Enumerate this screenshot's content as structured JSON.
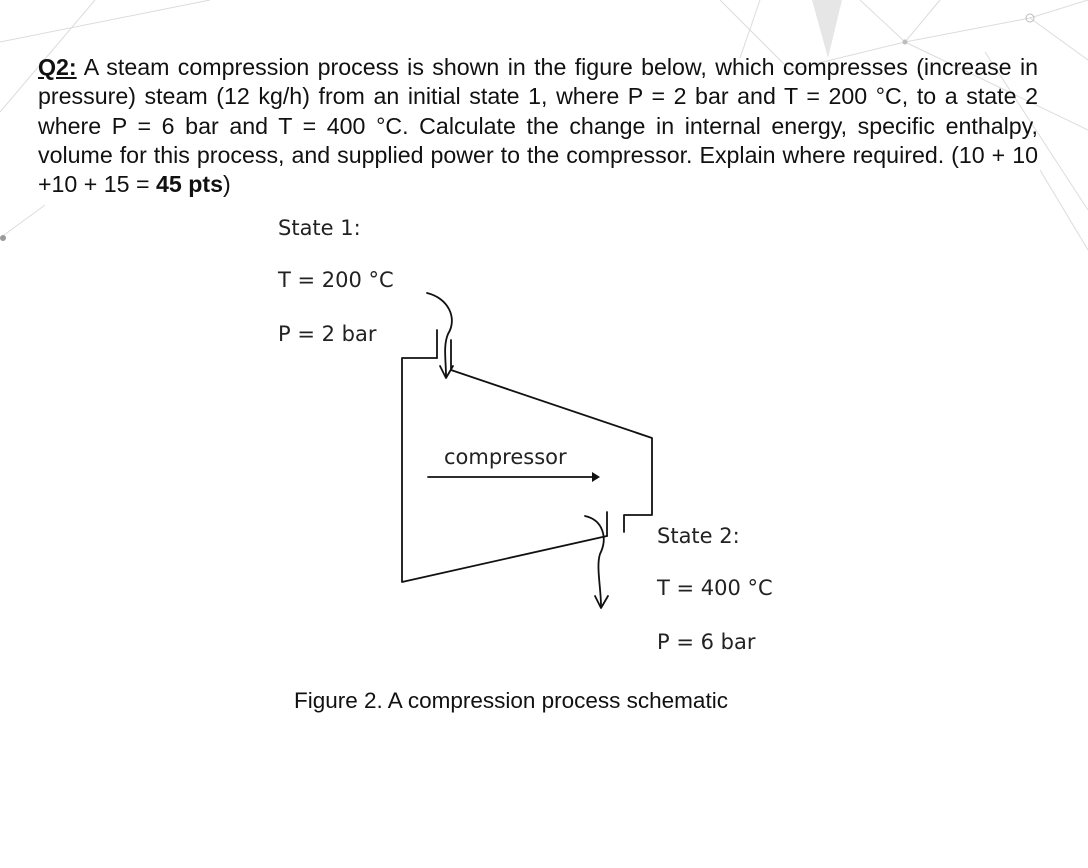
{
  "question": {
    "label": "Q2:",
    "text": " A steam compression process is shown in the figure below, which compresses (increase in pressure) steam (12 kg/h) from an initial state 1, where P = 2 bar and T = 200 °C, to a state 2 where P = 6 bar and T = 400 °C. Calculate the change in internal energy, specific enthalpy, volume for this process, and supplied power to the compressor. Explain where required. (10 + 10 +10 + 15 = ",
    "points": "45 pts",
    "closing": ")"
  },
  "figure": {
    "state1": {
      "title": "State 1:",
      "temperature": "T = 200  °C",
      "pressure": "P = 2 bar"
    },
    "device_label": "compressor",
    "state2": {
      "title": "State 2:",
      "temperature": "T = 400  °C",
      "pressure": "P = 6 bar"
    },
    "caption": "Figure 2. A compression process schematic"
  }
}
